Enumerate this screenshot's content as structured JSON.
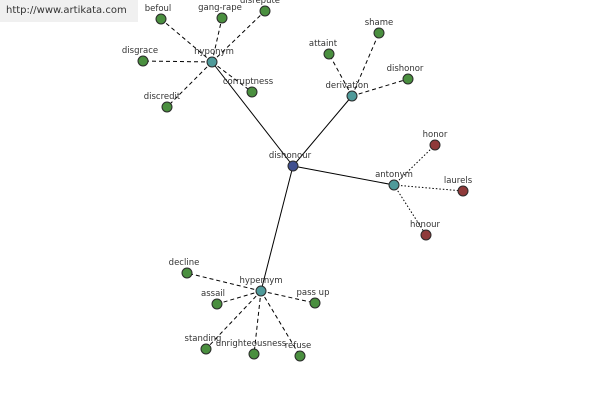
{
  "watermark": "http://www.artikata.com",
  "colors": {
    "root": "#3f4f8f",
    "relation": "#4f9a9a",
    "synonym": "#4a8f3f",
    "antonym": "#8f3a3a",
    "edge": "#000000",
    "node_stroke": "#2a2a2a"
  },
  "nodes": [
    {
      "id": "root",
      "label": "dishonour",
      "kind": "root"
    },
    {
      "id": "hyponym1",
      "label": "hyponym",
      "kind": "relation"
    },
    {
      "id": "derivation",
      "label": "derivation",
      "kind": "relation"
    },
    {
      "id": "antonym",
      "label": "antonym",
      "kind": "relation"
    },
    {
      "id": "hypernym",
      "label": "hypernym",
      "kind": "relation"
    },
    {
      "id": "befoul",
      "label": "befoul",
      "kind": "synonym"
    },
    {
      "id": "gangrape",
      "label": "gang-rape",
      "kind": "synonym"
    },
    {
      "id": "disrepute",
      "label": "disrepute",
      "kind": "synonym"
    },
    {
      "id": "disgrace",
      "label": "disgrace",
      "kind": "synonym"
    },
    {
      "id": "corruptness",
      "label": "corruptness",
      "kind": "synonym"
    },
    {
      "id": "discredit",
      "label": "discredit",
      "kind": "synonym"
    },
    {
      "id": "attaint",
      "label": "attaint",
      "kind": "synonym"
    },
    {
      "id": "shame",
      "label": "shame",
      "kind": "synonym"
    },
    {
      "id": "dishonor",
      "label": "dishonor",
      "kind": "synonym"
    },
    {
      "id": "honor",
      "label": "honor",
      "kind": "antonym"
    },
    {
      "id": "laurels",
      "label": "laurels",
      "kind": "antonym"
    },
    {
      "id": "honour",
      "label": "honour",
      "kind": "antonym"
    },
    {
      "id": "decline",
      "label": "decline",
      "kind": "synonym"
    },
    {
      "id": "assail",
      "label": "assail",
      "kind": "synonym"
    },
    {
      "id": "passup",
      "label": "pass up",
      "kind": "synonym"
    },
    {
      "id": "standing",
      "label": "standing",
      "kind": "synonym"
    },
    {
      "id": "unrighteousness",
      "label": "unrighteousness",
      "kind": "synonym"
    },
    {
      "id": "refuse",
      "label": "refuse",
      "kind": "synonym"
    }
  ],
  "edges": [
    {
      "from": "root",
      "to": "hyponym1",
      "style": "solid"
    },
    {
      "from": "root",
      "to": "derivation",
      "style": "solid"
    },
    {
      "from": "root",
      "to": "antonym",
      "style": "solid"
    },
    {
      "from": "root",
      "to": "hypernym",
      "style": "solid"
    },
    {
      "from": "hyponym1",
      "to": "befoul",
      "style": "dashed"
    },
    {
      "from": "hyponym1",
      "to": "gangrape",
      "style": "dashed"
    },
    {
      "from": "hyponym1",
      "to": "disrepute",
      "style": "dashed"
    },
    {
      "from": "hyponym1",
      "to": "disgrace",
      "style": "dashed"
    },
    {
      "from": "hyponym1",
      "to": "corruptness",
      "style": "dashed"
    },
    {
      "from": "hyponym1",
      "to": "discredit",
      "style": "dashed"
    },
    {
      "from": "derivation",
      "to": "attaint",
      "style": "dashed"
    },
    {
      "from": "derivation",
      "to": "shame",
      "style": "dashed"
    },
    {
      "from": "derivation",
      "to": "dishonor",
      "style": "dashed"
    },
    {
      "from": "antonym",
      "to": "honor",
      "style": "dotted"
    },
    {
      "from": "antonym",
      "to": "laurels",
      "style": "dotted"
    },
    {
      "from": "antonym",
      "to": "honour",
      "style": "dotted"
    },
    {
      "from": "hypernym",
      "to": "decline",
      "style": "dashed"
    },
    {
      "from": "hypernym",
      "to": "assail",
      "style": "dashed"
    },
    {
      "from": "hypernym",
      "to": "passup",
      "style": "dashed"
    },
    {
      "from": "hypernym",
      "to": "standing",
      "style": "dashed"
    },
    {
      "from": "hypernym",
      "to": "unrighteousness",
      "style": "dashed"
    },
    {
      "from": "hypernym",
      "to": "refuse",
      "style": "dashed"
    }
  ]
}
